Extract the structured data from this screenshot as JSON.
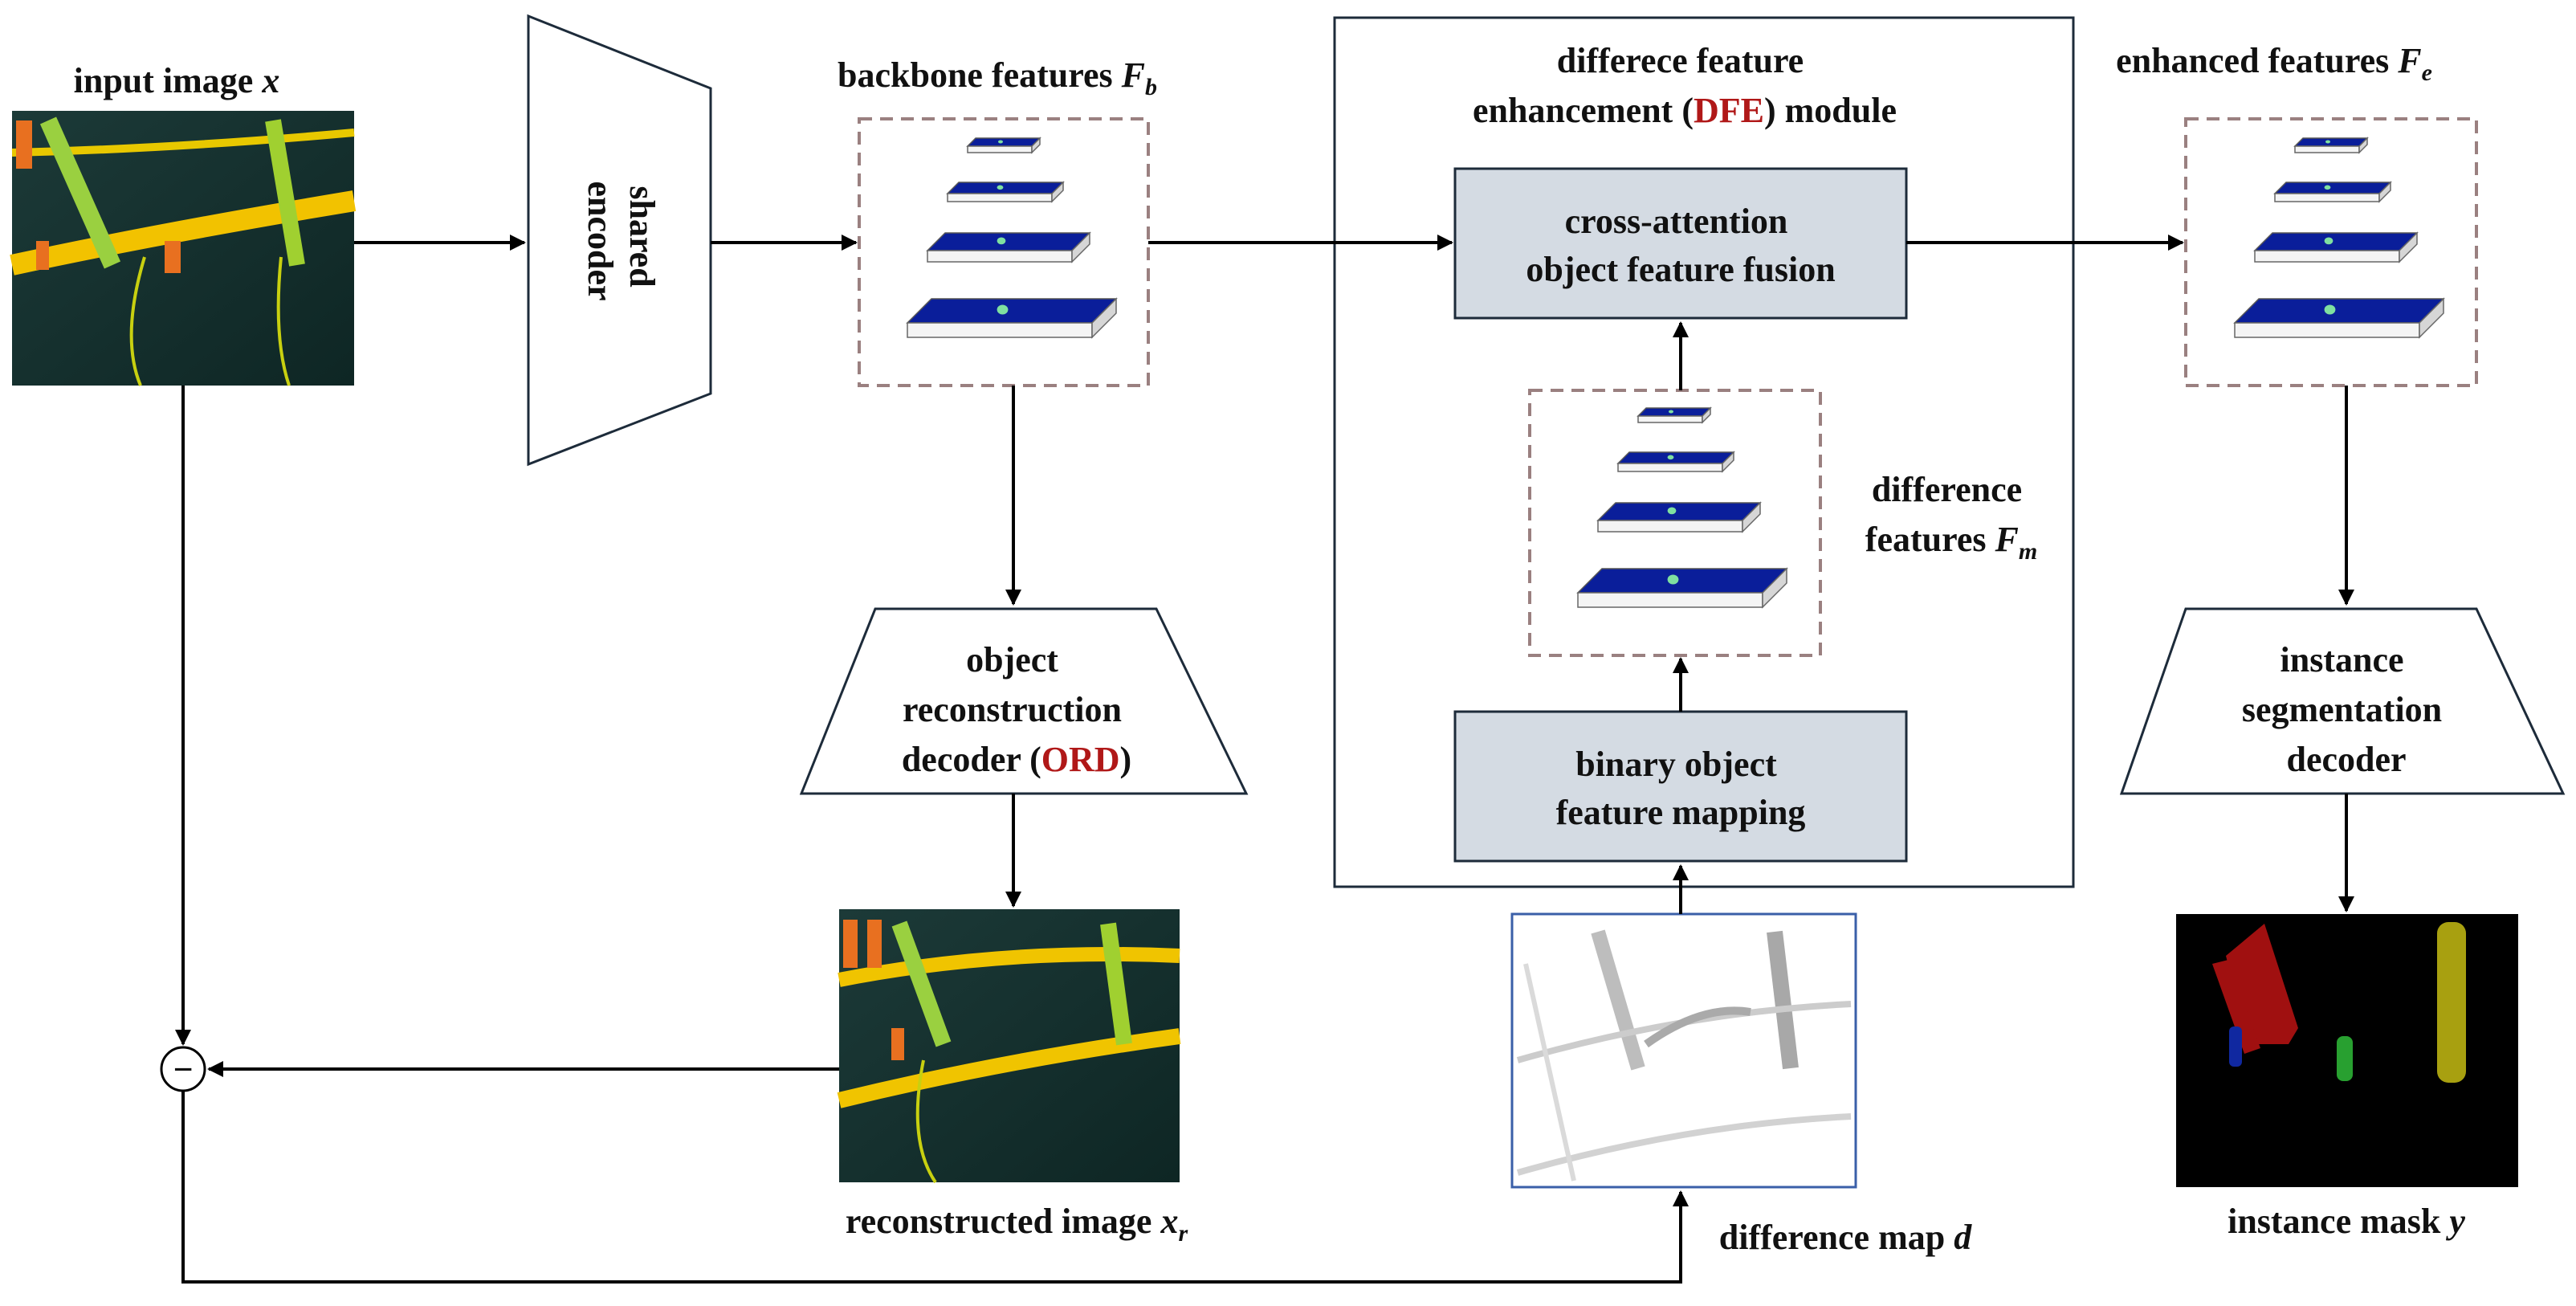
{
  "labels": {
    "input_image": "input image",
    "input_image_var": "x",
    "shared_encoder_1": "shared",
    "shared_encoder_2": "encoder",
    "backbone_features": "backbone features",
    "backbone_var": "F",
    "backbone_sub": "b",
    "dfe_title_1": "differece feature",
    "dfe_title_2a": "enhancement (",
    "dfe_title_2b": "DFE",
    "dfe_title_2c": ") module",
    "cross_attention_1": "cross-attention",
    "cross_attention_2": "object feature fusion",
    "difference_features_1": "difference",
    "difference_features_2": "features",
    "difference_var": "F",
    "difference_sub": "m",
    "binary_mapping_1": "binary object",
    "binary_mapping_2": "feature mapping",
    "enhanced_features": "enhanced features",
    "enhanced_var": "F",
    "enhanced_sub": "e",
    "ord_1": "object",
    "ord_2": "reconstruction",
    "ord_3a": "decoder (",
    "ord_3b": "ORD",
    "ord_3c": ")",
    "isd_1": "instance",
    "isd_2": "segmentation",
    "isd_3": "decoder",
    "reconstructed_image": "reconstructed image",
    "reconstructed_var": "x",
    "reconstructed_sub": "r",
    "difference_map": "difference map",
    "difference_map_var": "d",
    "instance_mask": "instance mask",
    "instance_mask_var": "y",
    "subtract_symbol": "−"
  },
  "colors": {
    "accent_red": "#b01818",
    "block_fill": "#d4dbe3",
    "feature_map_blue": "#0a1e9a",
    "dashed_border": "#9a8080",
    "mask_red": "#a01010",
    "mask_yellow": "#a8a010",
    "mask_green": "#28a030",
    "mask_blue": "#1028a0"
  }
}
